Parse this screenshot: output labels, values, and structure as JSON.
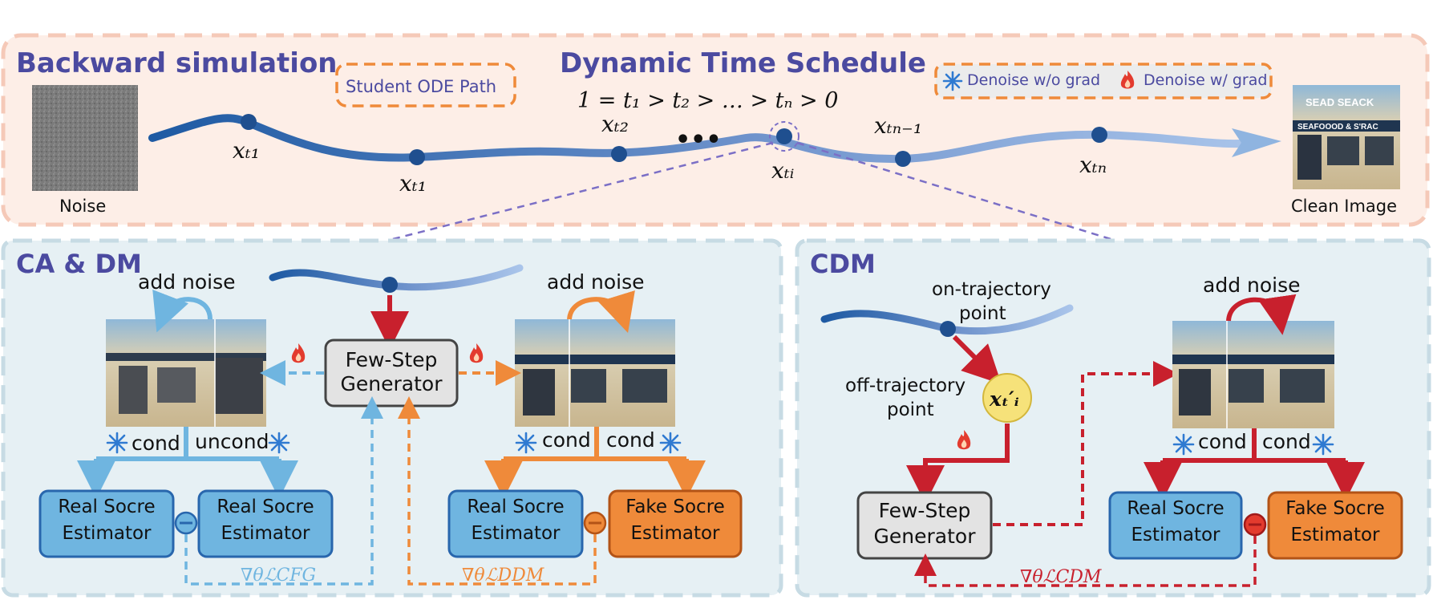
{
  "top": {
    "title": "Backward simulation",
    "schedule_title": "Dynamic Time Schedule",
    "schedule_formula": "1 = t₁ > t₂ > … > tₙ > 0",
    "student_path_label": "Student ODE Path",
    "legend": {
      "denoise_no_grad": "Denoise w/o grad",
      "denoise_grad": "Denoise w/ grad"
    },
    "noise_label": "Noise",
    "clean_label": "Clean Image",
    "points": [
      "xₜ₁",
      "xₜ₁",
      "xₜ₂",
      "•••",
      "xₜᵢ",
      "xₜₙ₋₁",
      "xₜₙ"
    ],
    "ellipsis": "•••"
  },
  "ca_dm": {
    "title": "CA & DM",
    "add_noise_left": "add noise",
    "add_noise_right": "add noise",
    "generator": [
      "Few-Step",
      "Generator"
    ],
    "cond": "cond",
    "uncond": "uncond",
    "real_estimator": [
      "Real Socre",
      "Estimator"
    ],
    "fake_estimator": [
      "Fake Socre",
      "Estimator"
    ],
    "loss_cfg": "∇θℒCFG",
    "loss_ddm": "∇θℒDDM"
  },
  "cdm": {
    "title": "CDM",
    "on_traj": [
      "on-trajectory",
      "point"
    ],
    "off_traj": [
      "off-trajectory",
      "point"
    ],
    "x_label": "xₜ′ᵢ",
    "add_noise": "add noise",
    "generator": [
      "Few-Step",
      "Generator"
    ],
    "cond": "cond",
    "real_estimator": [
      "Real Socre",
      "Estimator"
    ],
    "fake_estimator": [
      "Fake Socre",
      "Estimator"
    ],
    "loss_cdm": "∇θℒCDM"
  },
  "images": {
    "storefront_text_1": "SEAFOOOD & S'RAC",
    "storefront_text_2": "SEAD SEACK"
  },
  "colors": {
    "top_panel": "#fdeee7",
    "bottom_panel": "#e6f0f4",
    "title": "#4b4aa0",
    "path_blue": "#2d64a6",
    "light_blue": "#6fb5e0",
    "orange": "#ef8a3a",
    "red": "#c8202d",
    "gray_box": "#e3e3e3"
  }
}
